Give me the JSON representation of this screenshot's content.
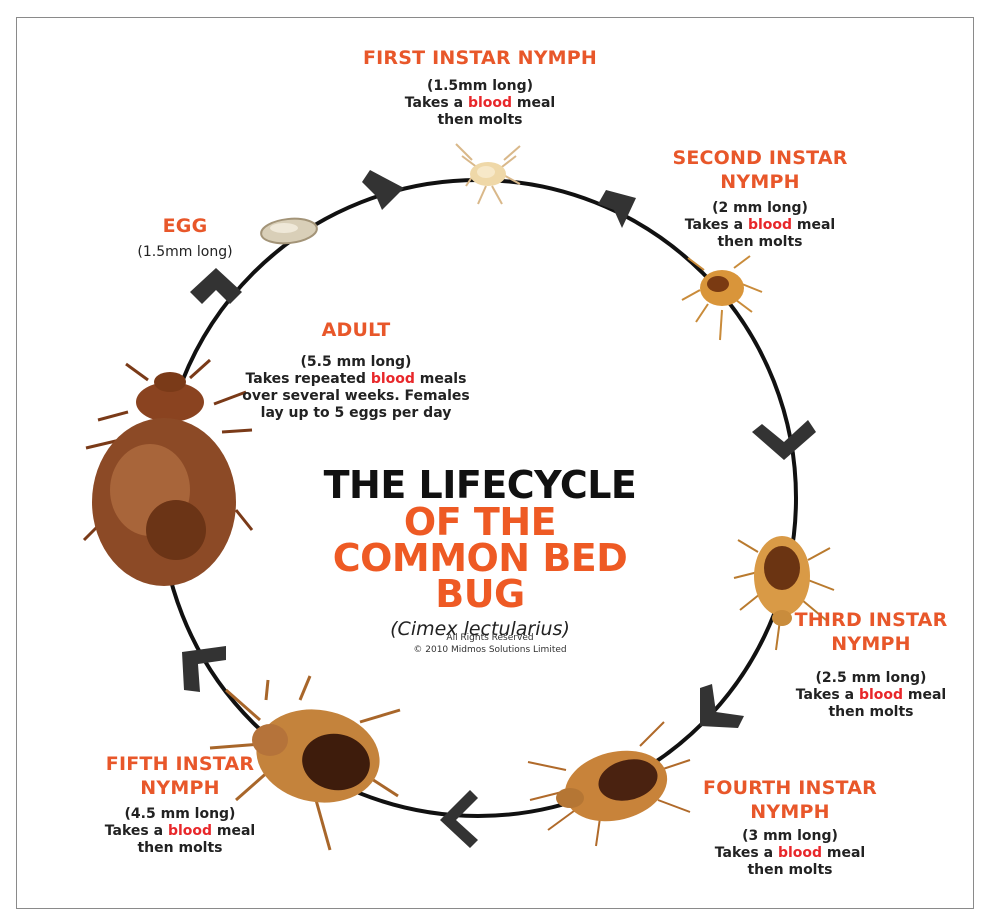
{
  "title": {
    "line1": "THE LIFECYCLE",
    "line2": "OF THE",
    "line3": "COMMON BED BUG",
    "latin": "(Cimex lectularius)"
  },
  "copyright": {
    "line1": "All Rights Reserved",
    "line2": "© 2010 Midmos Solutions Limited"
  },
  "stages": {
    "egg": {
      "name": "EGG",
      "size": "(1.5mm long)"
    },
    "first": {
      "name": "FIRST INSTAR NYMPH",
      "size": "(1.5mm long)",
      "pre": "Takes a ",
      "blood": "blood",
      "post": " meal",
      "last": "then molts"
    },
    "second": {
      "name1": "SECOND INSTAR",
      "name2": "NYMPH",
      "size": "(2 mm long)",
      "pre": "Takes a ",
      "blood": "blood",
      "post": " meal",
      "last": "then molts"
    },
    "third": {
      "name1": "THIRD INSTAR",
      "name2": "NYMPH",
      "size": "(2.5 mm long)",
      "pre": "Takes a ",
      "blood": "blood",
      "post": " meal",
      "last": "then molts"
    },
    "fourth": {
      "name1": "FOURTH INSTAR",
      "name2": "NYMPH",
      "size": "(3 mm long)",
      "pre": "Takes a ",
      "blood": "blood",
      "post": " meal",
      "last": "then molts"
    },
    "fifth": {
      "name1": "FIFTH INSTAR",
      "name2": "NYMPH",
      "size": "(4.5 mm long)",
      "pre": "Takes a ",
      "blood": "blood",
      "post": " meal",
      "last": "then molts"
    },
    "adult": {
      "name": "ADULT",
      "size": "(5.5 mm long)",
      "pre": "Takes repeated ",
      "blood": "blood",
      "post": " meals",
      "line3": "over several weeks. Females",
      "line4": "lay up to 5 eggs per day"
    }
  },
  "colors": {
    "accent": "#e8572a",
    "blood": "#e8272a",
    "text": "#1a1a1a",
    "cycle": "#111111"
  },
  "icons": [
    "cycle-arrow-icon",
    "bed-bug-image",
    "egg-image"
  ]
}
